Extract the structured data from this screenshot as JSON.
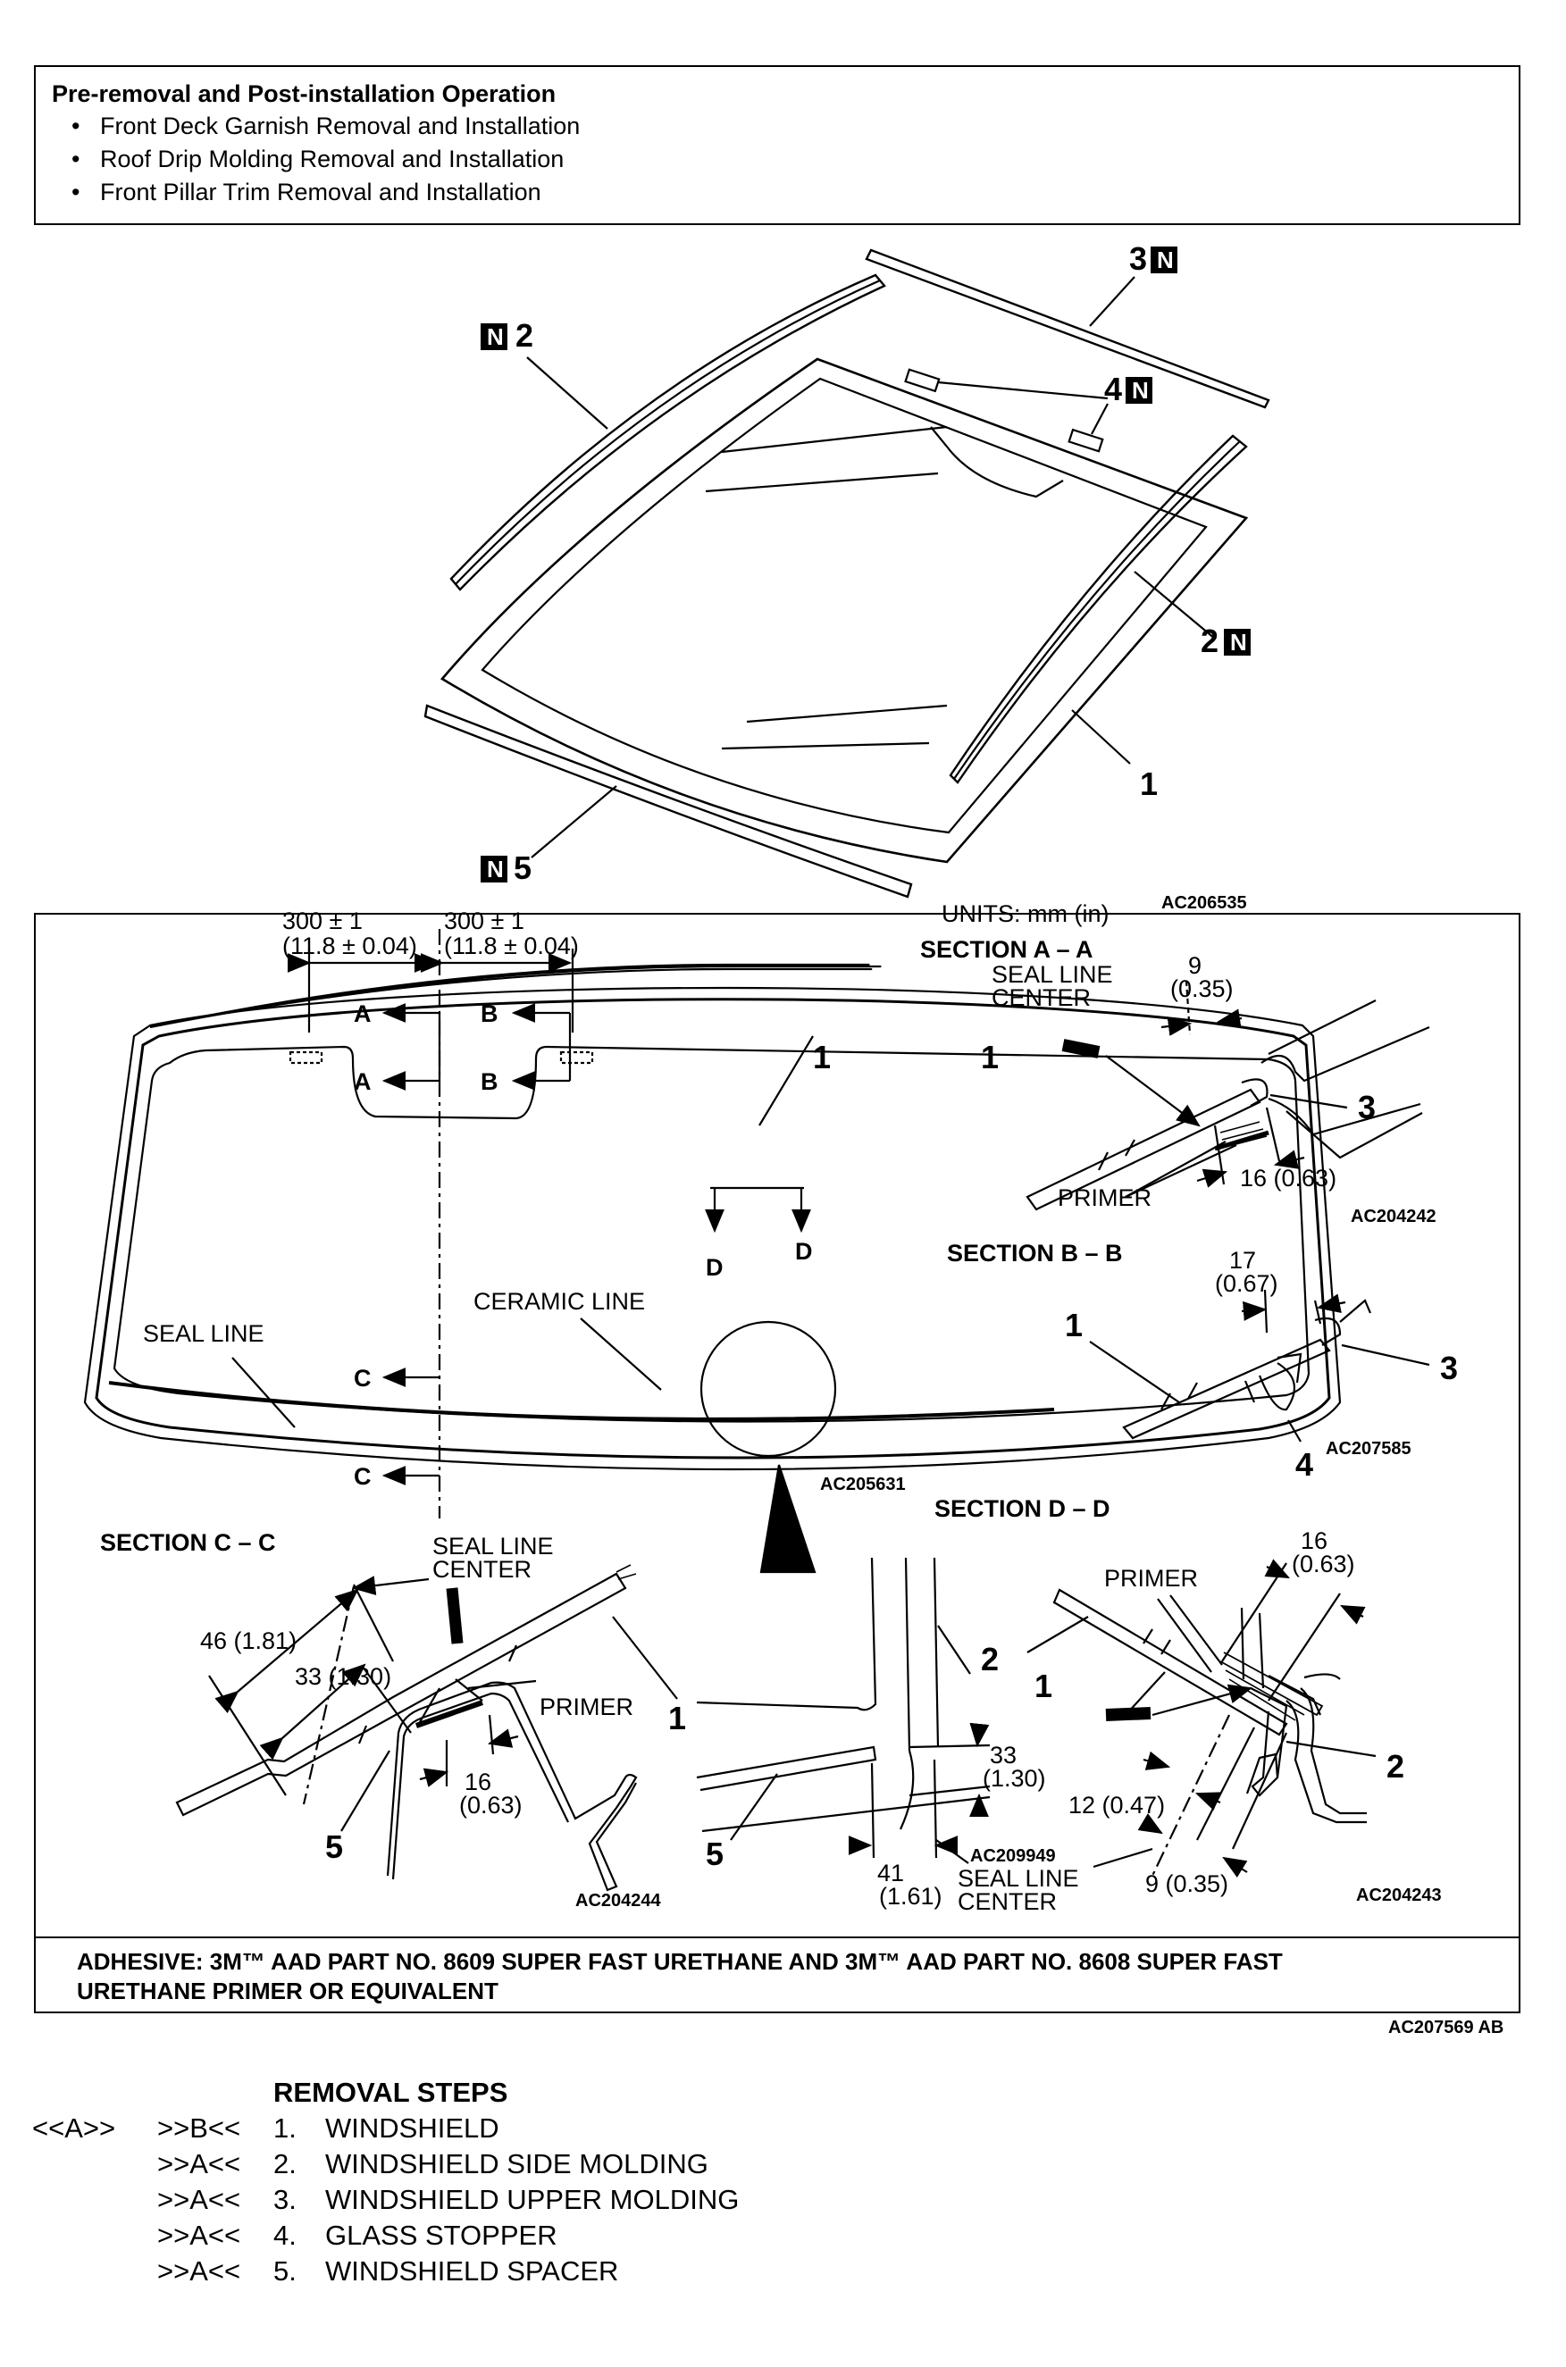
{
  "pre_removal": {
    "title": "Pre-removal and Post-installation Operation",
    "items": [
      "Front Deck Garnish Removal and Installation",
      "Roof Drip Molding Removal and Installation",
      "Front Pillar Trim Removal and Installation"
    ]
  },
  "exploded_view": {
    "labels": {
      "p1": "1",
      "p2_left": "2",
      "p2_right": "2",
      "p3": "3",
      "p4": "4",
      "p5": "5",
      "n": "N"
    },
    "code": "AC206535"
  },
  "detail": {
    "units": "UNITS: mm (in)",
    "dim_left_top": "300 ± 1",
    "dim_left_bottom": "(11.8 ± 0.04)",
    "dim_right_top": "300 ± 1",
    "dim_right_bottom": "(11.8 ± 0.04)",
    "letters": {
      "a": "A",
      "b": "B",
      "c": "C",
      "d": "D"
    },
    "part1": "1",
    "seal_line": "SEAL LINE",
    "ceramic_line": "CERAMIC LINE",
    "code_main": "AC205631",
    "section_aa": {
      "title": "SECTION A – A",
      "seal_line": "SEAL LINE",
      "center": "CENTER",
      "dim1_top": "9",
      "dim1_bottom": "(0.35)",
      "dim2": "16 (0.63)",
      "primer": "PRIMER",
      "part1": "1",
      "part3": "3",
      "code": "AC204242"
    },
    "section_bb": {
      "title": "SECTION B – B",
      "dim_top": "17",
      "dim_bottom": "(0.67)",
      "part1": "1",
      "part3": "3",
      "part4": "4",
      "code": "AC207585"
    },
    "section_cc": {
      "title": "SECTION C – C",
      "seal_line": "SEAL LINE",
      "center": "CENTER",
      "dim1": "46 (1.81)",
      "dim2": "33 (1.30)",
      "dim3_top": "16",
      "dim3_bottom": "(0.63)",
      "primer": "PRIMER",
      "part1": "1",
      "part5": "5",
      "code": "AC204244"
    },
    "corner_view": {
      "dim1_top": "33",
      "dim1_bottom": "(1.30)",
      "dim2_top": "41",
      "dim2_bottom": "(1.61)",
      "seal_line": "SEAL LINE",
      "center": "CENTER",
      "part2": "2",
      "part5": "5",
      "code": "AC209949"
    },
    "section_dd": {
      "title": "SECTION D – D",
      "primer": "PRIMER",
      "dim1_top": "16",
      "dim1_bottom": "(0.63)",
      "dim2": "12 (0.47)",
      "dim3": "9 (0.35)",
      "part1": "1",
      "part2": "2",
      "code": "AC204243"
    },
    "adhesive_line1": "ADHESIVE: 3M™ AAD PART NO. 8609 SUPER FAST URETHANE AND 3M™ AAD PART NO. 8608 SUPER FAST",
    "adhesive_line2": "URETHANE PRIMER OR EQUIVALENT",
    "code_figure": "AC207569 AB"
  },
  "steps": {
    "title": "REMOVAL STEPS",
    "rows": [
      {
        "ref1": "<<A>>",
        "ref2": ">>B<<",
        "num": "1.",
        "name": "WINDSHIELD"
      },
      {
        "ref1": "",
        "ref2": ">>A<<",
        "num": "2.",
        "name": "WINDSHIELD SIDE MOLDING"
      },
      {
        "ref1": "",
        "ref2": ">>A<<",
        "num": "3.",
        "name": "WINDSHIELD UPPER MOLDING"
      },
      {
        "ref1": "",
        "ref2": ">>A<<",
        "num": "4.",
        "name": "GLASS STOPPER"
      },
      {
        "ref1": "",
        "ref2": ">>A<<",
        "num": "5.",
        "name": "WINDSHIELD SPACER"
      }
    ]
  }
}
